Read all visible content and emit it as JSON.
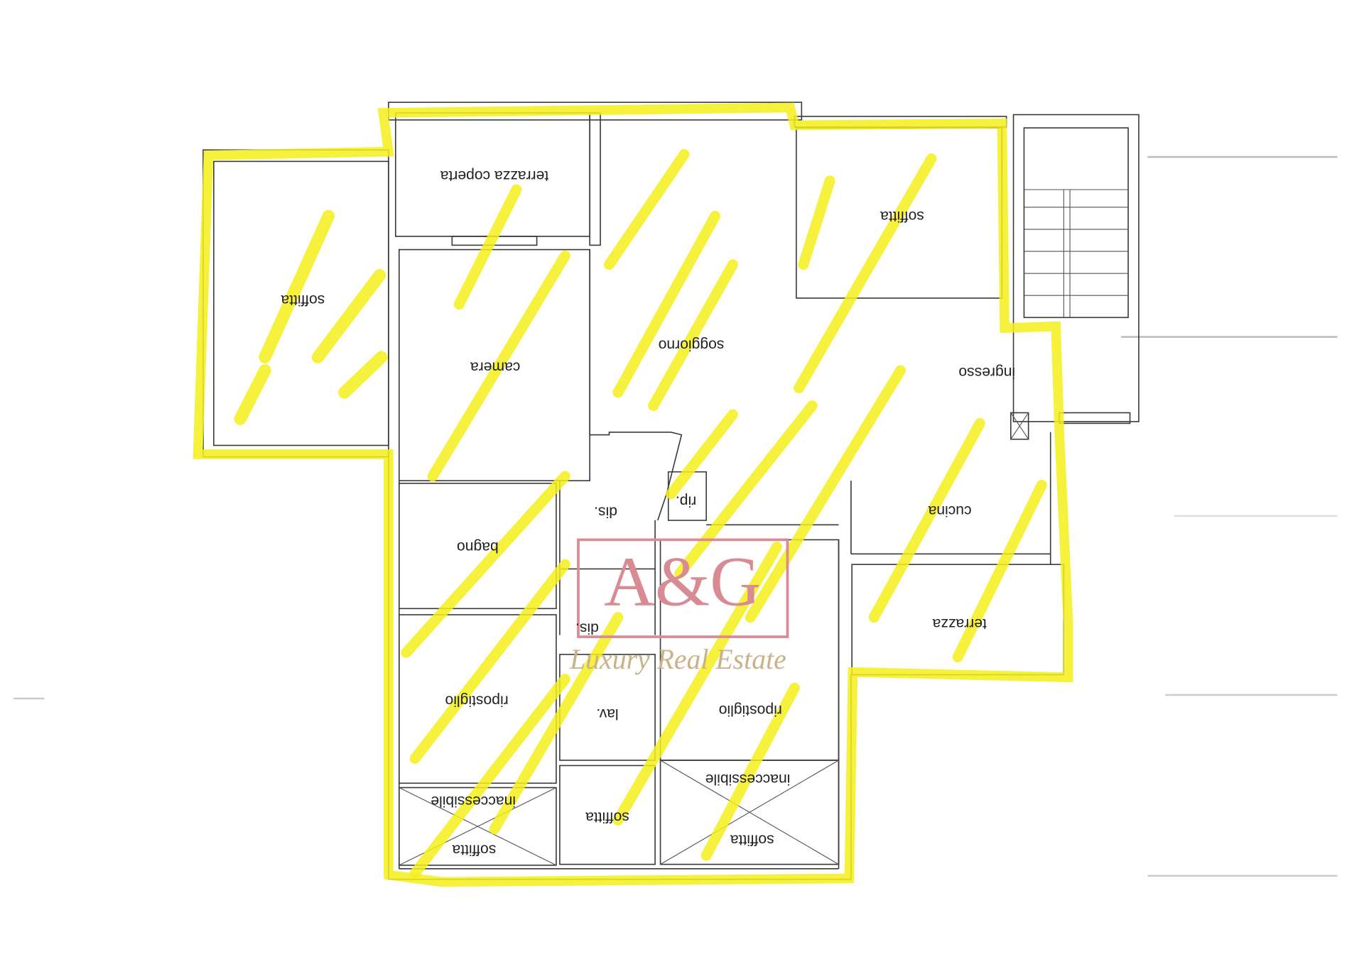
{
  "plan": {
    "rooms": {
      "soffitta_left": "soffitta",
      "terrazza_coperta": "terrazza coperta",
      "soffitta_top_right": "soffitta",
      "camera": "camera",
      "soggiorno": "soggiorno",
      "ingresso": "ingresso",
      "bagno": "bagno",
      "dis_upper": "dis.",
      "dis_lower": "dis.",
      "rip": "rip.",
      "cucina": "cucina",
      "terrazza": "terrazza",
      "ripostiglio_left": "ripostiglio",
      "ripostiglio_right": "ripostiglio",
      "lav": "lav.",
      "inaccessibile_left": "inaccessibile",
      "soffitta_bottom_left": "soffitta",
      "soffitta_bottom_mid": "soffitta",
      "inaccessibile_right": "inaccessibile",
      "soffitta_bottom_right": "soffitta"
    },
    "text_orientation": "upside-down",
    "highlight_color": "#f3ef1a"
  },
  "watermark": {
    "logo": "A&G",
    "tagline": "Luxury Real Estate",
    "color": "#d98b93"
  }
}
